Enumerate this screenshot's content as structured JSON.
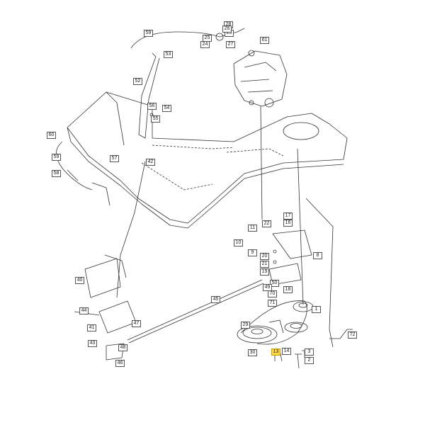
{
  "diagram": {
    "labels": [
      "59",
      "53",
      "52",
      "56",
      "55",
      "54",
      "60",
      "57",
      "59",
      "58",
      "42",
      "28",
      "29",
      "26",
      "25",
      "24",
      "27",
      "61",
      "11",
      "22",
      "17",
      "16",
      "10",
      "9",
      "20",
      "21",
      "19",
      "8",
      "40",
      "45",
      "50",
      "49",
      "18",
      "70",
      "71",
      "44",
      "41",
      "47",
      "43",
      "48",
      "46",
      "1",
      "72",
      "29",
      "30",
      "13",
      "14",
      "3",
      "2"
    ],
    "highlighted_label": "13",
    "colors": {
      "line": "#333333",
      "highlight": "#ffd84a"
    }
  }
}
